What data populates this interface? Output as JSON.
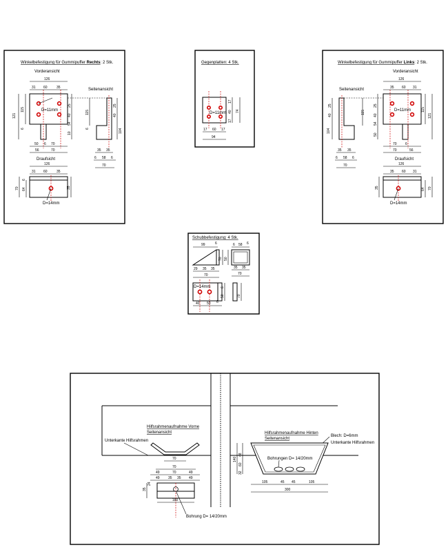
{
  "colors": {
    "line": "#000000",
    "hole": "#d00000",
    "background": "#ffffff"
  },
  "panel_right_mount": {
    "title_prefix": "Winkelbefestigung für Gummipuffer ",
    "title_bold": "Rechts",
    "title_suffix": ": 2 Stk.",
    "front_view": "Vorderansicht",
    "side_view": "Seitenansicht",
    "top_view": "Draufsicht",
    "hole_label": "D=11mm",
    "hole_label_top": "D=14mm",
    "dims": {
      "w126": "126",
      "d31": "31",
      "d60": "60",
      "d35": "35",
      "h121": "121",
      "h115": "115",
      "h6": "6",
      "h25": "25",
      "h40": "40",
      "h54": "54",
      "h10": "10",
      "h104": "104",
      "d50": "50",
      "d6": "6",
      "d70": "70",
      "d56": "56",
      "d70b": "70",
      "s35a": "35",
      "s35b": "35",
      "s6a": "6",
      "s58": "58",
      "s6b": "6",
      "s70": "70",
      "t126": "126",
      "t31": "31",
      "t60": "60",
      "t35": "35",
      "t70": "70",
      "t64": "64",
      "t6": "6",
      "t35v": "35"
    }
  },
  "panel_counter_plate": {
    "title": "Gegenplatten: 4 Stk.",
    "hole_label": "D=11mm",
    "dims": {
      "v17a": "17",
      "v40": "40",
      "v17b": "17",
      "v74": "74",
      "h17a": "17",
      "h60": "60",
      "h17b": "17",
      "h94": "94"
    }
  },
  "panel_left_mount": {
    "title_prefix": "Winkelbefestigung für Gummipuffer ",
    "title_bold": "Links",
    "title_suffix": ": 2 Stk.",
    "front_view": "Vorderansicht",
    "side_view": "Seitenansicht",
    "top_view": "Draufsicht",
    "hole_label": "D=11mm",
    "hole_label_top": "D=14mm",
    "dims": {
      "w126": "126",
      "d35": "35",
      "d60": "60",
      "d31": "31",
      "h121": "121",
      "h115": "115",
      "h25": "25",
      "h40": "40",
      "h54": "54",
      "h50": "50",
      "h104": "104",
      "d70": "70",
      "d6": "6",
      "d70b": "70",
      "d56": "56",
      "s35a": "35",
      "s35b": "35",
      "s6a": "6",
      "s58": "58",
      "s6b": "6",
      "s70": "70",
      "t126": "126",
      "t35": "35",
      "t60": "60",
      "t31": "31",
      "t35v": "35",
      "t64": "64",
      "t70": "70"
    }
  },
  "panel_push_mount": {
    "title": "Schubbefestigung: 4 Stk.",
    "hole_label": "D=14mm",
    "dims": {
      "a99": "99",
      "a6": "6",
      "a70": "70",
      "b58": "58",
      "b6": "6",
      "b6b": "6",
      "b35a": "35",
      "b35b": "35",
      "b70": "70",
      "b50": "50",
      "c29": "29",
      "c35": "35",
      "c35b": "35",
      "c6": "6",
      "c50": "50",
      "c70": "70",
      "e40": "40",
      "e50": "50",
      "e6": "6"
    }
  },
  "assembly": {
    "front_title_1": "Hilfsrahmenaufnahme Vorne",
    "front_title_2": "Seitenansicht",
    "rear_title_1": "Hilfsrahmenaufnahme Hinten",
    "rear_title_2": "Seitenansicht",
    "lower_edge_left": "Unterkante Hilfsrahmen",
    "lower_edge_right": "Unterkante Hilfsrahmen",
    "sheet": "Blech: D=6mm",
    "holes_rear": "Bohrungen D= 14/20mm",
    "hole_front": "Bohrung D= 14/20mm",
    "dims": {
      "f70": "70",
      "f70b": "70",
      "f49a": "49",
      "f70c": "70",
      "f49b": "49",
      "f35a": "35",
      "f35b": "35",
      "f49c": "49",
      "f49d": "49",
      "f180": "180",
      "f35v": "35",
      "f24v": "24",
      "r140": "140",
      "r48": "48",
      "r60": "60",
      "r32": "32",
      "r105a": "105",
      "r45a": "45",
      "r45b": "45",
      "r105b": "105",
      "r300": "300"
    }
  }
}
